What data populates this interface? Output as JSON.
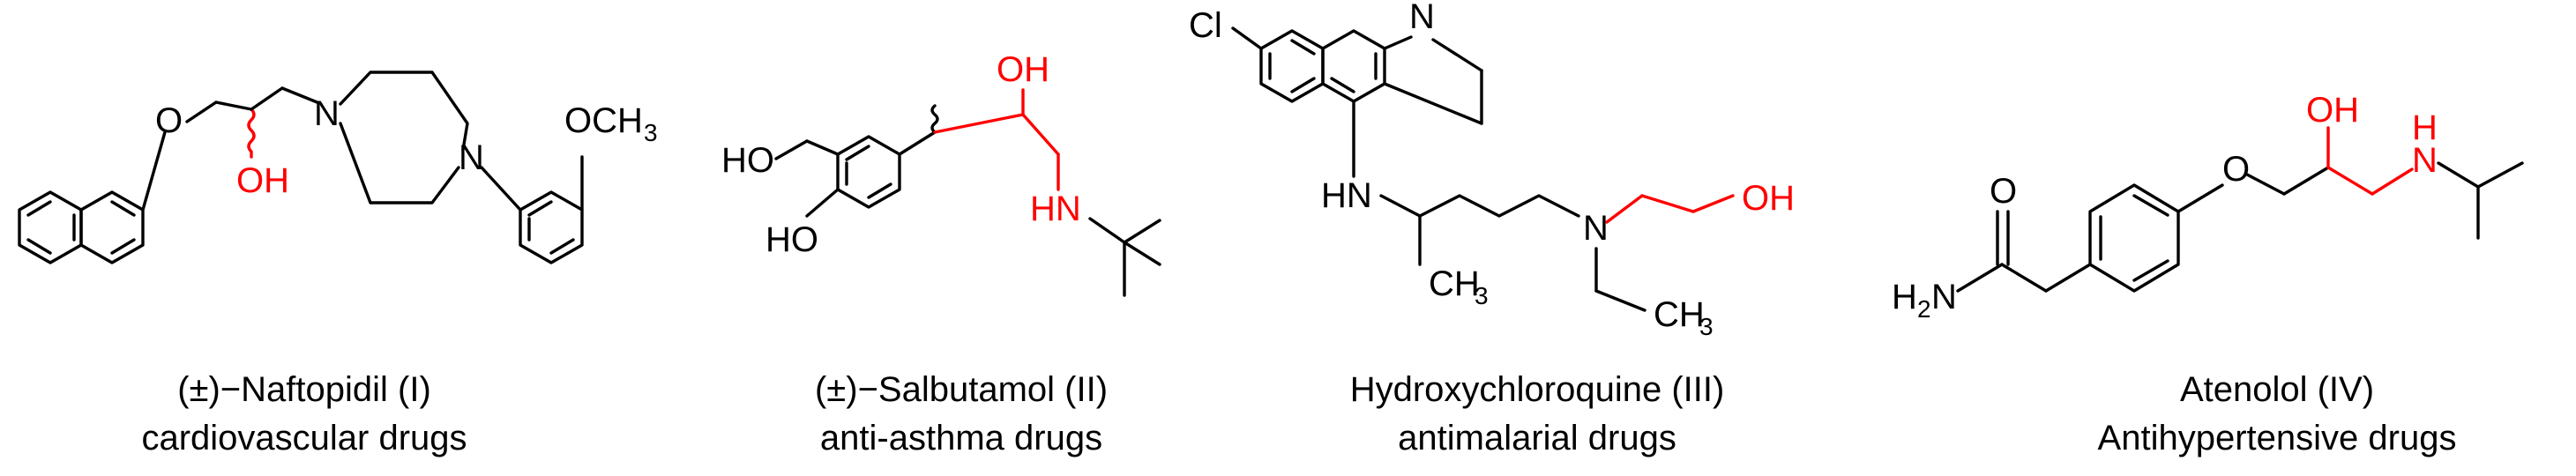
{
  "colors": {
    "highlight": "#ff0000",
    "ink": "#000000",
    "background": "#ffffff"
  },
  "compounds": [
    {
      "name": "(±)−Naftopidil (I)",
      "category": "cardiovascular drugs",
      "atom_labels": {
        "o": "O",
        "oh": "OH",
        "n1": "N",
        "n2": "N",
        "ome": "OCH",
        "ome_sub": "3"
      }
    },
    {
      "name": "(±)−Salbutamol (II)",
      "category": "anti-asthma drugs",
      "atom_labels": {
        "oh": "OH",
        "ho_a": "HO",
        "ho_b": "HO",
        "hn": "HN"
      }
    },
    {
      "name": "Hydroxychloroquine (III)",
      "category": "antimalarial drugs",
      "atom_labels": {
        "cl": "Cl",
        "n_ring": "N",
        "hn": "HN",
        "n_amine": "N",
        "oh": "OH",
        "ch3_a": "CH",
        "ch3_a_sub": "3",
        "ch3_b": "CH",
        "ch3_b_sub": "3"
      }
    },
    {
      "name": "Atenolol (IV)",
      "category": "Antihypertensive drugs",
      "atom_labels": {
        "o_carbonyl": "O",
        "o_ether": "O",
        "oh": "OH",
        "h": "H",
        "n": "N",
        "h2n": "H",
        "h2n_sub": "2",
        "h2n_n": "N"
      }
    }
  ]
}
